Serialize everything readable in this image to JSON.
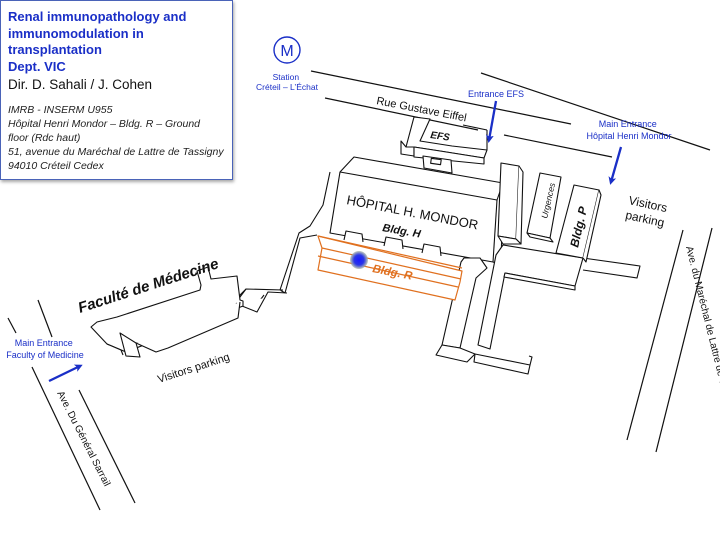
{
  "info": {
    "title_lines": [
      "Renal immunopathology and",
      "immunomodulation in",
      "transplantation",
      "Dept. VIC"
    ],
    "director": "Dir. D. Sahali / J. Cohen",
    "address_lines": [
      "IMRB - INSERM U955",
      "Hôpital Henri Mondor – Bldg. R – Ground",
      "floor (Rdc haut)",
      "51, avenue du Maréchal de Lattre de Tassigny",
      "94010 Créteil Cedex"
    ]
  },
  "metro": {
    "symbol": "M",
    "station_lines": [
      "Station",
      "Créteil – L’Échat"
    ]
  },
  "streets": {
    "rue_gustave_eiffel": "Rue Gustave Eiffel",
    "ave_marechal": "Ave. du Maréchal de Lattre de Tassigny",
    "ave_general": "Ave. Du Général Sarrail"
  },
  "entrances": {
    "efs": "Entrance EFS",
    "hopital_lines": [
      "Main Entrance",
      "Hôpital Henri Mondor"
    ],
    "faculty_lines": [
      "Main Entrance",
      "Faculty of Medicine"
    ]
  },
  "buildings": {
    "efs": "EFS",
    "hopital": "HÔPITAL H. MONDOR",
    "bldg_h": "Bldg. H",
    "bldg_r": "Bldg. R",
    "urgences": "Urgences",
    "bldg_p": "Bldg. P",
    "faculte": "Faculté de Médecine"
  },
  "parking": {
    "right_lines": [
      "Visitors",
      "parking"
    ],
    "left": "Visitors parking"
  },
  "colors": {
    "accent_blue": "#1a2fc7",
    "bldg_r_orange": "#e0701f",
    "outline": "#111111"
  }
}
